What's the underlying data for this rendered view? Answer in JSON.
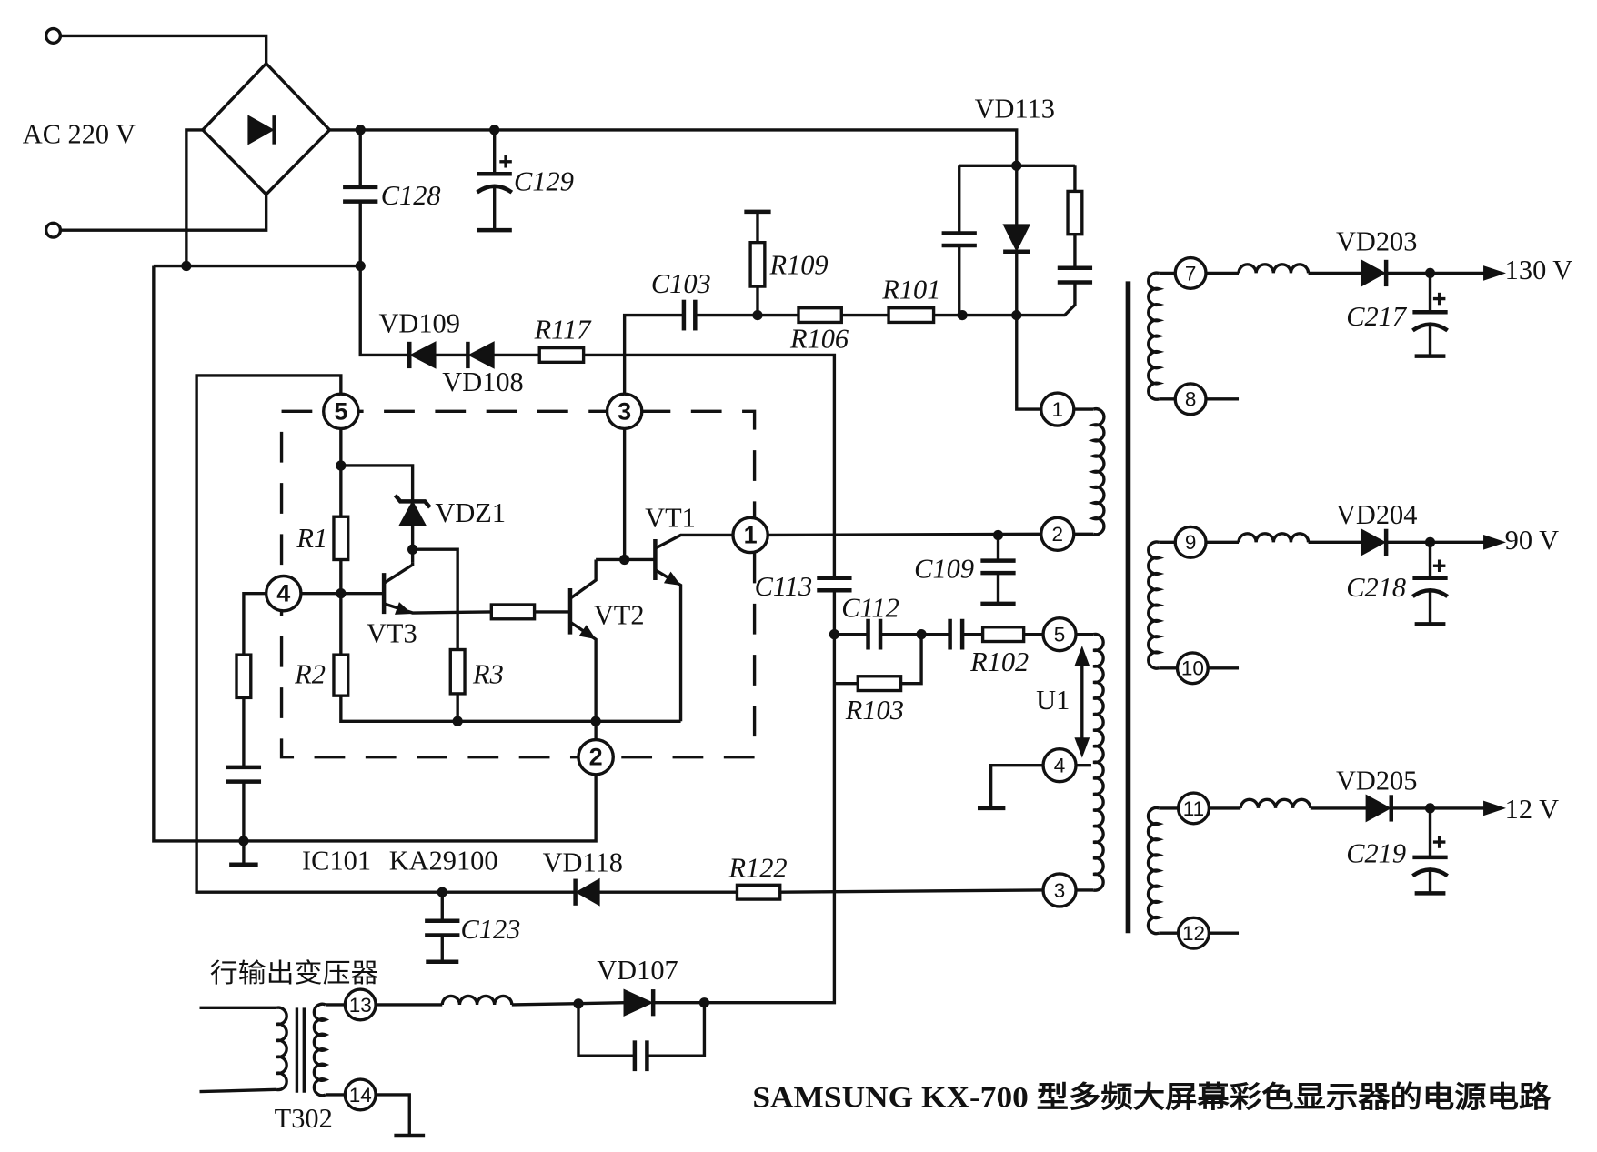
{
  "input": {
    "label": "AC 220 V"
  },
  "components": {
    "c128": "C128",
    "c129": "C129",
    "vd113": "VD113",
    "c103": "C103",
    "r109": "R109",
    "r101": "R101",
    "r106": "R106",
    "vd109": "VD109",
    "r117": "R117",
    "vd108": "VD108",
    "vdz1": "VDZ1",
    "r1": "R1",
    "r2": "R2",
    "r3": "R3",
    "vt1": "VT1",
    "vt2": "VT2",
    "vt3": "VT3",
    "c113": "C113",
    "c112": "C112",
    "c109": "C109",
    "r102": "R102",
    "r103": "R103",
    "u1": "U1",
    "vd118": "VD118",
    "r122": "R122",
    "c123": "C123"
  },
  "ic": {
    "name": "IC101",
    "part": "KA29100",
    "pins": {
      "p1": "1",
      "p2": "2",
      "p3": "3",
      "p4": "4",
      "p5": "5"
    }
  },
  "primary_pins": {
    "p1": "1",
    "p2": "2",
    "p3": "3",
    "p4": "4",
    "p5": "5"
  },
  "secondary": [
    {
      "pin_top": "7",
      "pin_bottom": "8",
      "diode": "VD203",
      "capacitor": "C217",
      "voltage": "130 V"
    },
    {
      "pin_top": "9",
      "pin_bottom": "10",
      "diode": "VD204",
      "capacitor": "C218",
      "voltage": "90 V"
    },
    {
      "pin_top": "11",
      "pin_bottom": "12",
      "diode": "VD205",
      "capacitor": "C219",
      "voltage": "12 V"
    }
  ],
  "flyback": {
    "caption": "行输出变压器",
    "label": "T302",
    "pin13": "13",
    "pin14": "14",
    "diode": "VD107"
  },
  "title": "SAMSUNG KX-700 型多频大屏幕彩色显示器的电源电路"
}
